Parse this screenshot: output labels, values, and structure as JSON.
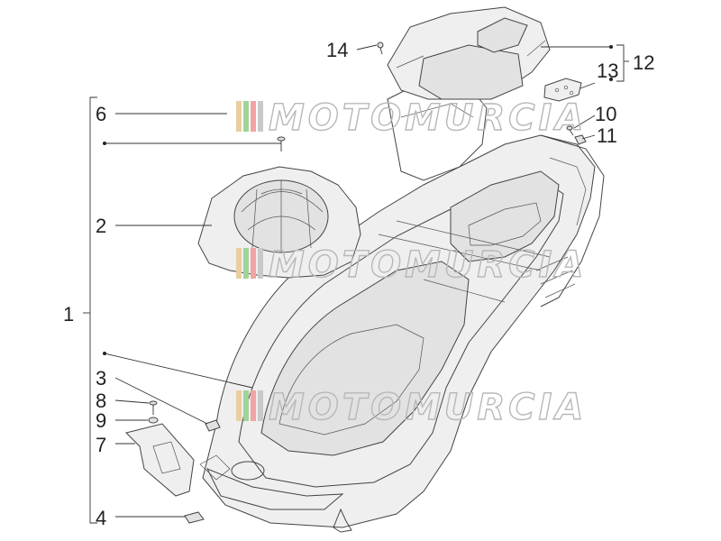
{
  "watermark": {
    "text": "MOTOMURCIA",
    "stripe_colors": [
      "#e8cfa0",
      "#9fd39a",
      "#f2a3a3",
      "#c9c9c9"
    ]
  },
  "callouts": {
    "c1": "1",
    "c2": "2",
    "c3": "3",
    "c4": "4",
    "c6": "6",
    "c7": "7",
    "c8": "8",
    "c9": "9",
    "c10": "10",
    "c11": "11",
    "c12": "12",
    "c13": "13",
    "c14": "14"
  }
}
